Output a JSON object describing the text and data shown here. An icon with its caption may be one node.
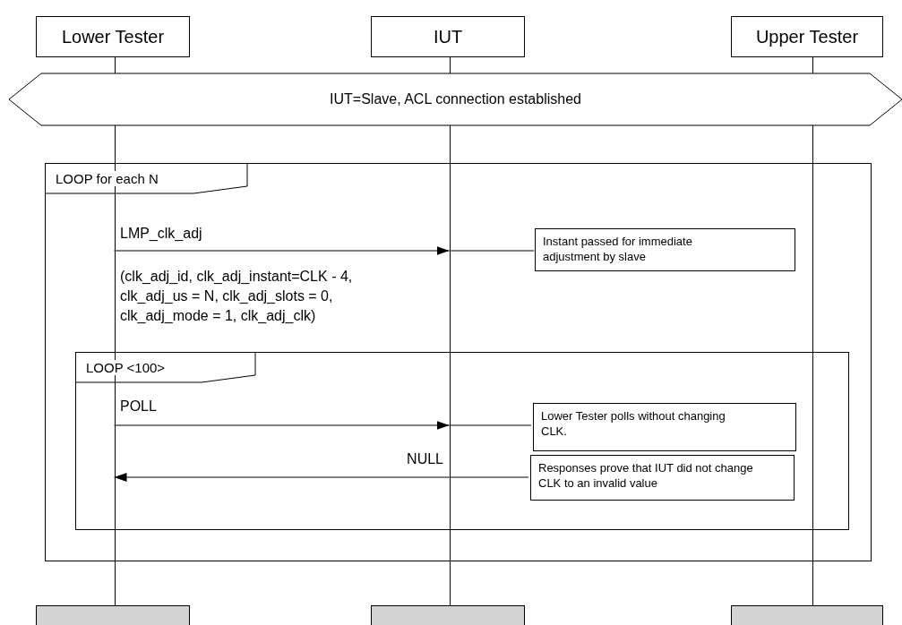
{
  "diagram": {
    "nodes": [
      {
        "text": [
          "Lower Tester"
        ]
      },
      {
        "text": [
          "IUT"
        ]
      },
      {
        "text": [
          "Upper Tester"
        ]
      },
      {
        "text": [],
        "shape": "line"
      },
      {
        "text": [],
        "shape": "line"
      },
      {
        "text": [],
        "shape": "line"
      },
      {
        "text": [
          "IUT=Slave, ACL connection established"
        ]
      },
      {
        "text": [
          "LOOP for each N"
        ]
      },
      {
        "text": [
          "LOOP <100>"
        ],
        "in": 7
      },
      {
        "text": [
          "Instant passed for immediate adjustment by slave"
        ],
        "in": 7
      },
      {
        "text": [
          "Lower Tester polls without changing CLK."
        ],
        "in": 8
      },
      {
        "text": [
          "Responses prove that IUT did not change CLK to an invalid value"
        ],
        "in": 8
      },
      {
        "text": [],
        "shape": "bar"
      },
      {
        "text": [],
        "shape": "bar"
      },
      {
        "text": [],
        "shape": "bar"
      }
    ],
    "edges": [
      {
        "from": 3,
        "to": 4,
        "arrow": "to",
        "label": "LMP_clk_adj"
      },
      {
        "from": 4,
        "to": 9,
        "arrow": "none"
      },
      {
        "from": 3,
        "to": 4,
        "arrow": "to",
        "label": "POLL"
      },
      {
        "from": 4,
        "to": 10,
        "arrow": "none"
      },
      {
        "from": 4,
        "to": 3,
        "arrow": "to",
        "label": "NULL"
      },
      {
        "from": 4,
        "to": 11,
        "arrow": "none"
      }
    ],
    "labels": [
      "(clk_adj_id, clk_adj_instant=CLK - 4, clk_adj_us = N, clk_adj_slots = 0, clk_adj_mode = 1, clk_adj_clk)"
    ]
  }
}
